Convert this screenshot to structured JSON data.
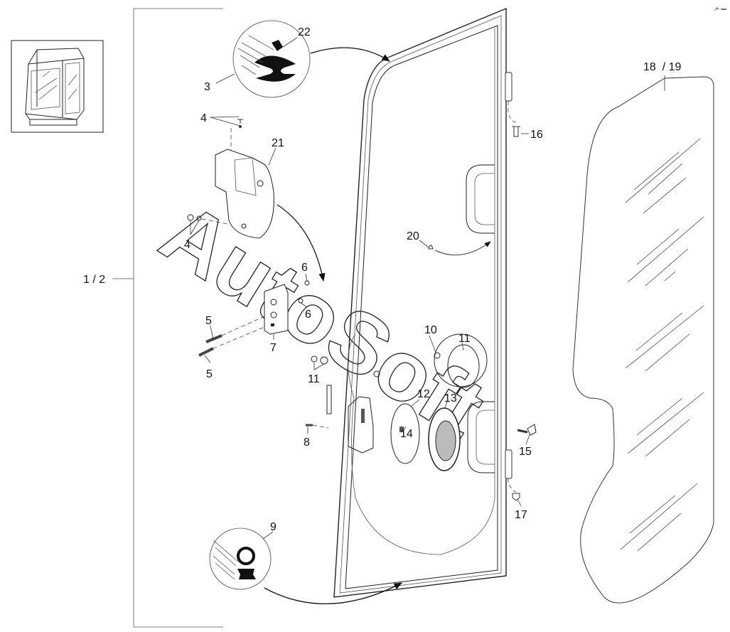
{
  "diagram": {
    "title_group_label": "1 / 2",
    "thumbnail": {
      "depicts": "excavator-cab"
    },
    "watermark": "AutoSoft",
    "corner_mark_color": "#6b6bf0",
    "callouts": [
      {
        "id": "3",
        "text": "3"
      },
      {
        "id": "22",
        "text": "22"
      },
      {
        "id": "4a",
        "text": "4"
      },
      {
        "id": "4b",
        "text": "4"
      },
      {
        "id": "21",
        "text": "21"
      },
      {
        "id": "6a",
        "text": "6"
      },
      {
        "id": "6b",
        "text": "6"
      },
      {
        "id": "5a",
        "text": "5"
      },
      {
        "id": "5b",
        "text": "5"
      },
      {
        "id": "7",
        "text": "7"
      },
      {
        "id": "11a",
        "text": "11"
      },
      {
        "id": "11b",
        "text": "11"
      },
      {
        "id": "10",
        "text": "10"
      },
      {
        "id": "12",
        "text": "12"
      },
      {
        "id": "13",
        "text": "13"
      },
      {
        "id": "14",
        "text": "14"
      },
      {
        "id": "8",
        "text": "8"
      },
      {
        "id": "9",
        "text": "9"
      },
      {
        "id": "15",
        "text": "15"
      },
      {
        "id": "16",
        "text": "16"
      },
      {
        "id": "17",
        "text": "17"
      },
      {
        "id": "20",
        "text": "20"
      },
      {
        "id": "18_19",
        "text": "18  / 19"
      }
    ]
  }
}
